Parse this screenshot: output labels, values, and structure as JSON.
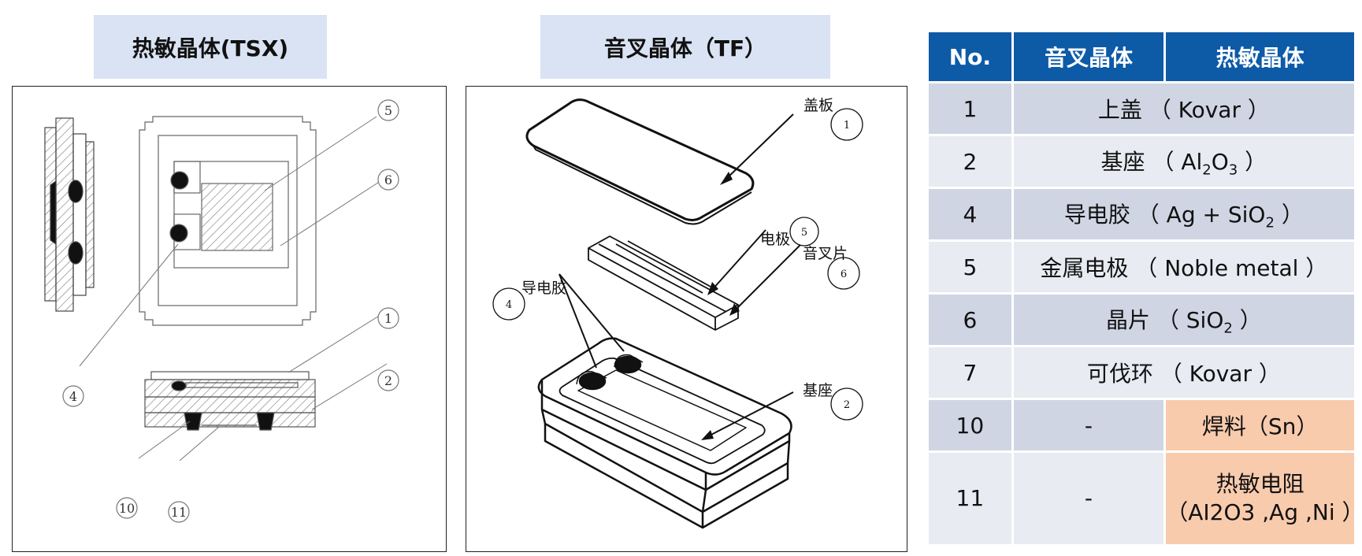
{
  "panels": {
    "tsx_title": "热敏晶体(TSX)",
    "tf_title": "音叉晶体（TF）"
  },
  "tsx_callouts": [
    "5",
    "6",
    "4",
    "1",
    "2",
    "10",
    "11"
  ],
  "tf_labels": {
    "lid": "盖板",
    "electrode": "电极",
    "fork": "音叉片",
    "adhesive": "导电胶",
    "base": "基座",
    "n1": "1",
    "n5": "5",
    "n6": "6",
    "n4": "4",
    "n2": "2"
  },
  "table": {
    "headers": [
      "No.",
      "音叉晶体",
      "热敏晶体"
    ],
    "rows": [
      {
        "no": "1",
        "shared": "上盖 （ Kovar ）"
      },
      {
        "no": "2",
        "shared_prefix": "基座 （ Al",
        "sub1": "2",
        "mid": "O",
        "sub2": "3",
        "shared_suffix": " ）"
      },
      {
        "no": "4",
        "shared_prefix": "导电胶 （ Ag + SiO",
        "sub1": "2",
        "shared_suffix": " ）"
      },
      {
        "no": "5",
        "shared": "金属电极 （ Noble metal ）"
      },
      {
        "no": "6",
        "shared_prefix": "晶片 （ SiO",
        "sub1": "2",
        "shared_suffix": " ）"
      },
      {
        "no": "7",
        "shared": "可伐环 （ Kovar ）"
      },
      {
        "no": "10",
        "tf": "-",
        "tsx": "焊料（Sn）"
      },
      {
        "no": "11",
        "tf": "-",
        "tsx_line1": "热敏电阻",
        "tsx_line2": "（AI2O3 ,Ag ,Ni ）"
      }
    ]
  },
  "colors": {
    "header_blue": "#0d5aa7",
    "title_bg": "#dae3f3",
    "row_dark": "#cfd5e3",
    "row_light": "#e8ebf2",
    "orange": "#f8cbad"
  }
}
